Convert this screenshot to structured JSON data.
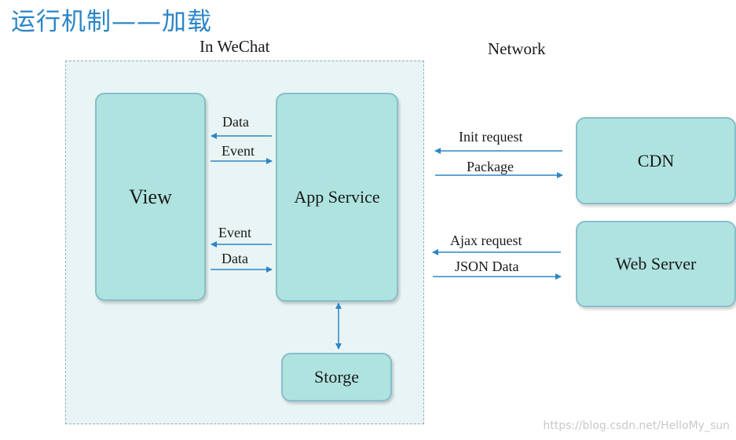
{
  "title": "运行机制——加载",
  "regions": {
    "wechat": "In WeChat",
    "network": "Network"
  },
  "nodes": {
    "view": "View",
    "app_service": "App Service",
    "storage": "Storge",
    "cdn": "CDN",
    "web_server": "Web Server"
  },
  "edges": {
    "view_app_top": {
      "upper": "Data",
      "lower": "Event"
    },
    "view_app_bottom": {
      "upper": "Event",
      "lower": "Data"
    },
    "app_cdn": {
      "upper": "Init request",
      "lower": "Package"
    },
    "app_web": {
      "upper": "Ajax request",
      "lower": "JSON Data"
    }
  },
  "colors": {
    "title": "#2a86c7",
    "node_fill": "#afe3e0",
    "node_border": "#86bfcb",
    "frame_fill": "#e9f4f4",
    "arrow": "#2d86c5"
  },
  "watermark": "https://blog.csdn.net/HelloMy_sun"
}
